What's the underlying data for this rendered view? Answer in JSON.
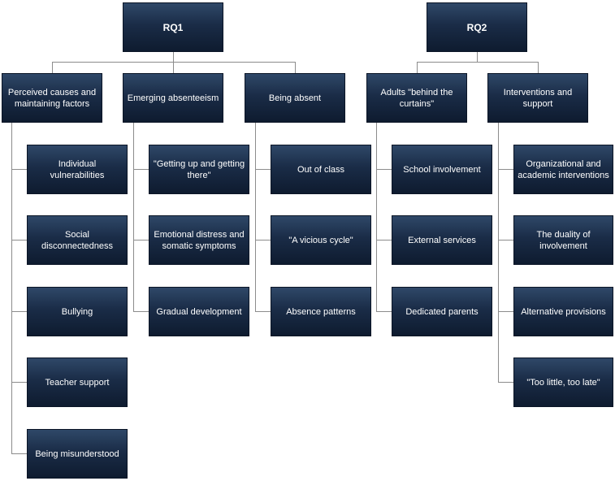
{
  "rq1": {
    "label": "RQ1",
    "themes": [
      {
        "label": "Perceived causes and maintaining factors",
        "subthemes": [
          "Individual vulnerabilities",
          "Social disconnectedness",
          "Bullying",
          "Teacher support",
          "Being misunderstood"
        ]
      },
      {
        "label": "Emerging absenteeism",
        "subthemes": [
          "\"Getting up and getting there\"",
          "Emotional distress and somatic symptoms",
          "Gradual development"
        ]
      },
      {
        "label": "Being absent",
        "subthemes": [
          "Out of class",
          "\"A vicious cycle\"",
          "Absence patterns"
        ]
      }
    ]
  },
  "rq2": {
    "label": "RQ2",
    "themes": [
      {
        "label": "Adults \"behind the curtains\"",
        "subthemes": [
          "School involvement",
          "External services",
          "Dedicated parents"
        ]
      },
      {
        "label": "Interventions and support",
        "subthemes": [
          "Organizational and academic interventions",
          "The duality of involvement",
          "Alternative provisions",
          "\"Too little, too late\""
        ]
      }
    ]
  },
  "colors": {
    "box_top": "#2f4868",
    "box_bottom": "#0e1b2f",
    "connector": "#8c8c8c",
    "text": "#ffffff"
  }
}
